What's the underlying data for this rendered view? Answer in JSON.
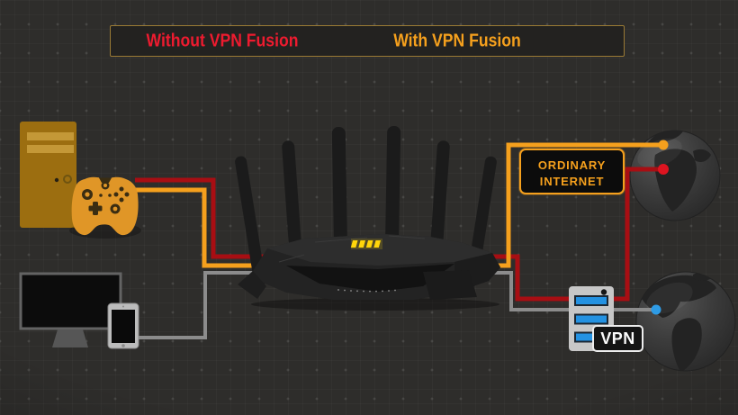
{
  "header": {
    "without_vpn_label": "Without VPN Fusion",
    "with_vpn_label": "With VPN Fusion"
  },
  "annotations": {
    "ordinary_internet": {
      "line1": "ORDINARY",
      "line2": "INTERNET"
    },
    "vpn_badge": "VPN"
  },
  "icons": {
    "left_devices": [
      "desktop-tower",
      "game-controller",
      "monitor",
      "smartphone"
    ],
    "center_device": "gaming-wifi-router",
    "right_items": [
      "globe-europe-africa",
      "vpn-server",
      "globe-americas"
    ]
  },
  "connections": [
    {
      "id": "without-vpn-path",
      "color_ref": "line_red",
      "from": "game-controller",
      "via": [
        "router",
        "vpn-server"
      ],
      "to": "globe-europe-africa"
    },
    {
      "id": "with-vpn-path",
      "color_ref": "line_orange",
      "from": "game-controller",
      "via": [
        "router"
      ],
      "to": "ordinary-internet-globe"
    },
    {
      "id": "other-devices-path",
      "color_ref": "line_gray",
      "from": "smartphone",
      "via": [
        "router",
        "vpn-server"
      ],
      "to": "globe-americas"
    }
  ],
  "colors": {
    "background": "#2e2d2b",
    "without_text_red": "#ed1b2f",
    "with_text_orange": "#f5a01d",
    "line_red": "#a80e13",
    "line_orange": "#f5a01d",
    "line_gray": "#8c8c8c",
    "endpoint_red": "#dd1420",
    "endpoint_orange": "#f5a01d",
    "endpoint_blue": "#2e9be5",
    "device_orange": "#e09627",
    "tower_orange": "#9c6e10",
    "led_yellow": "#ffd60a",
    "server_bar_blue": "#2492e2"
  }
}
